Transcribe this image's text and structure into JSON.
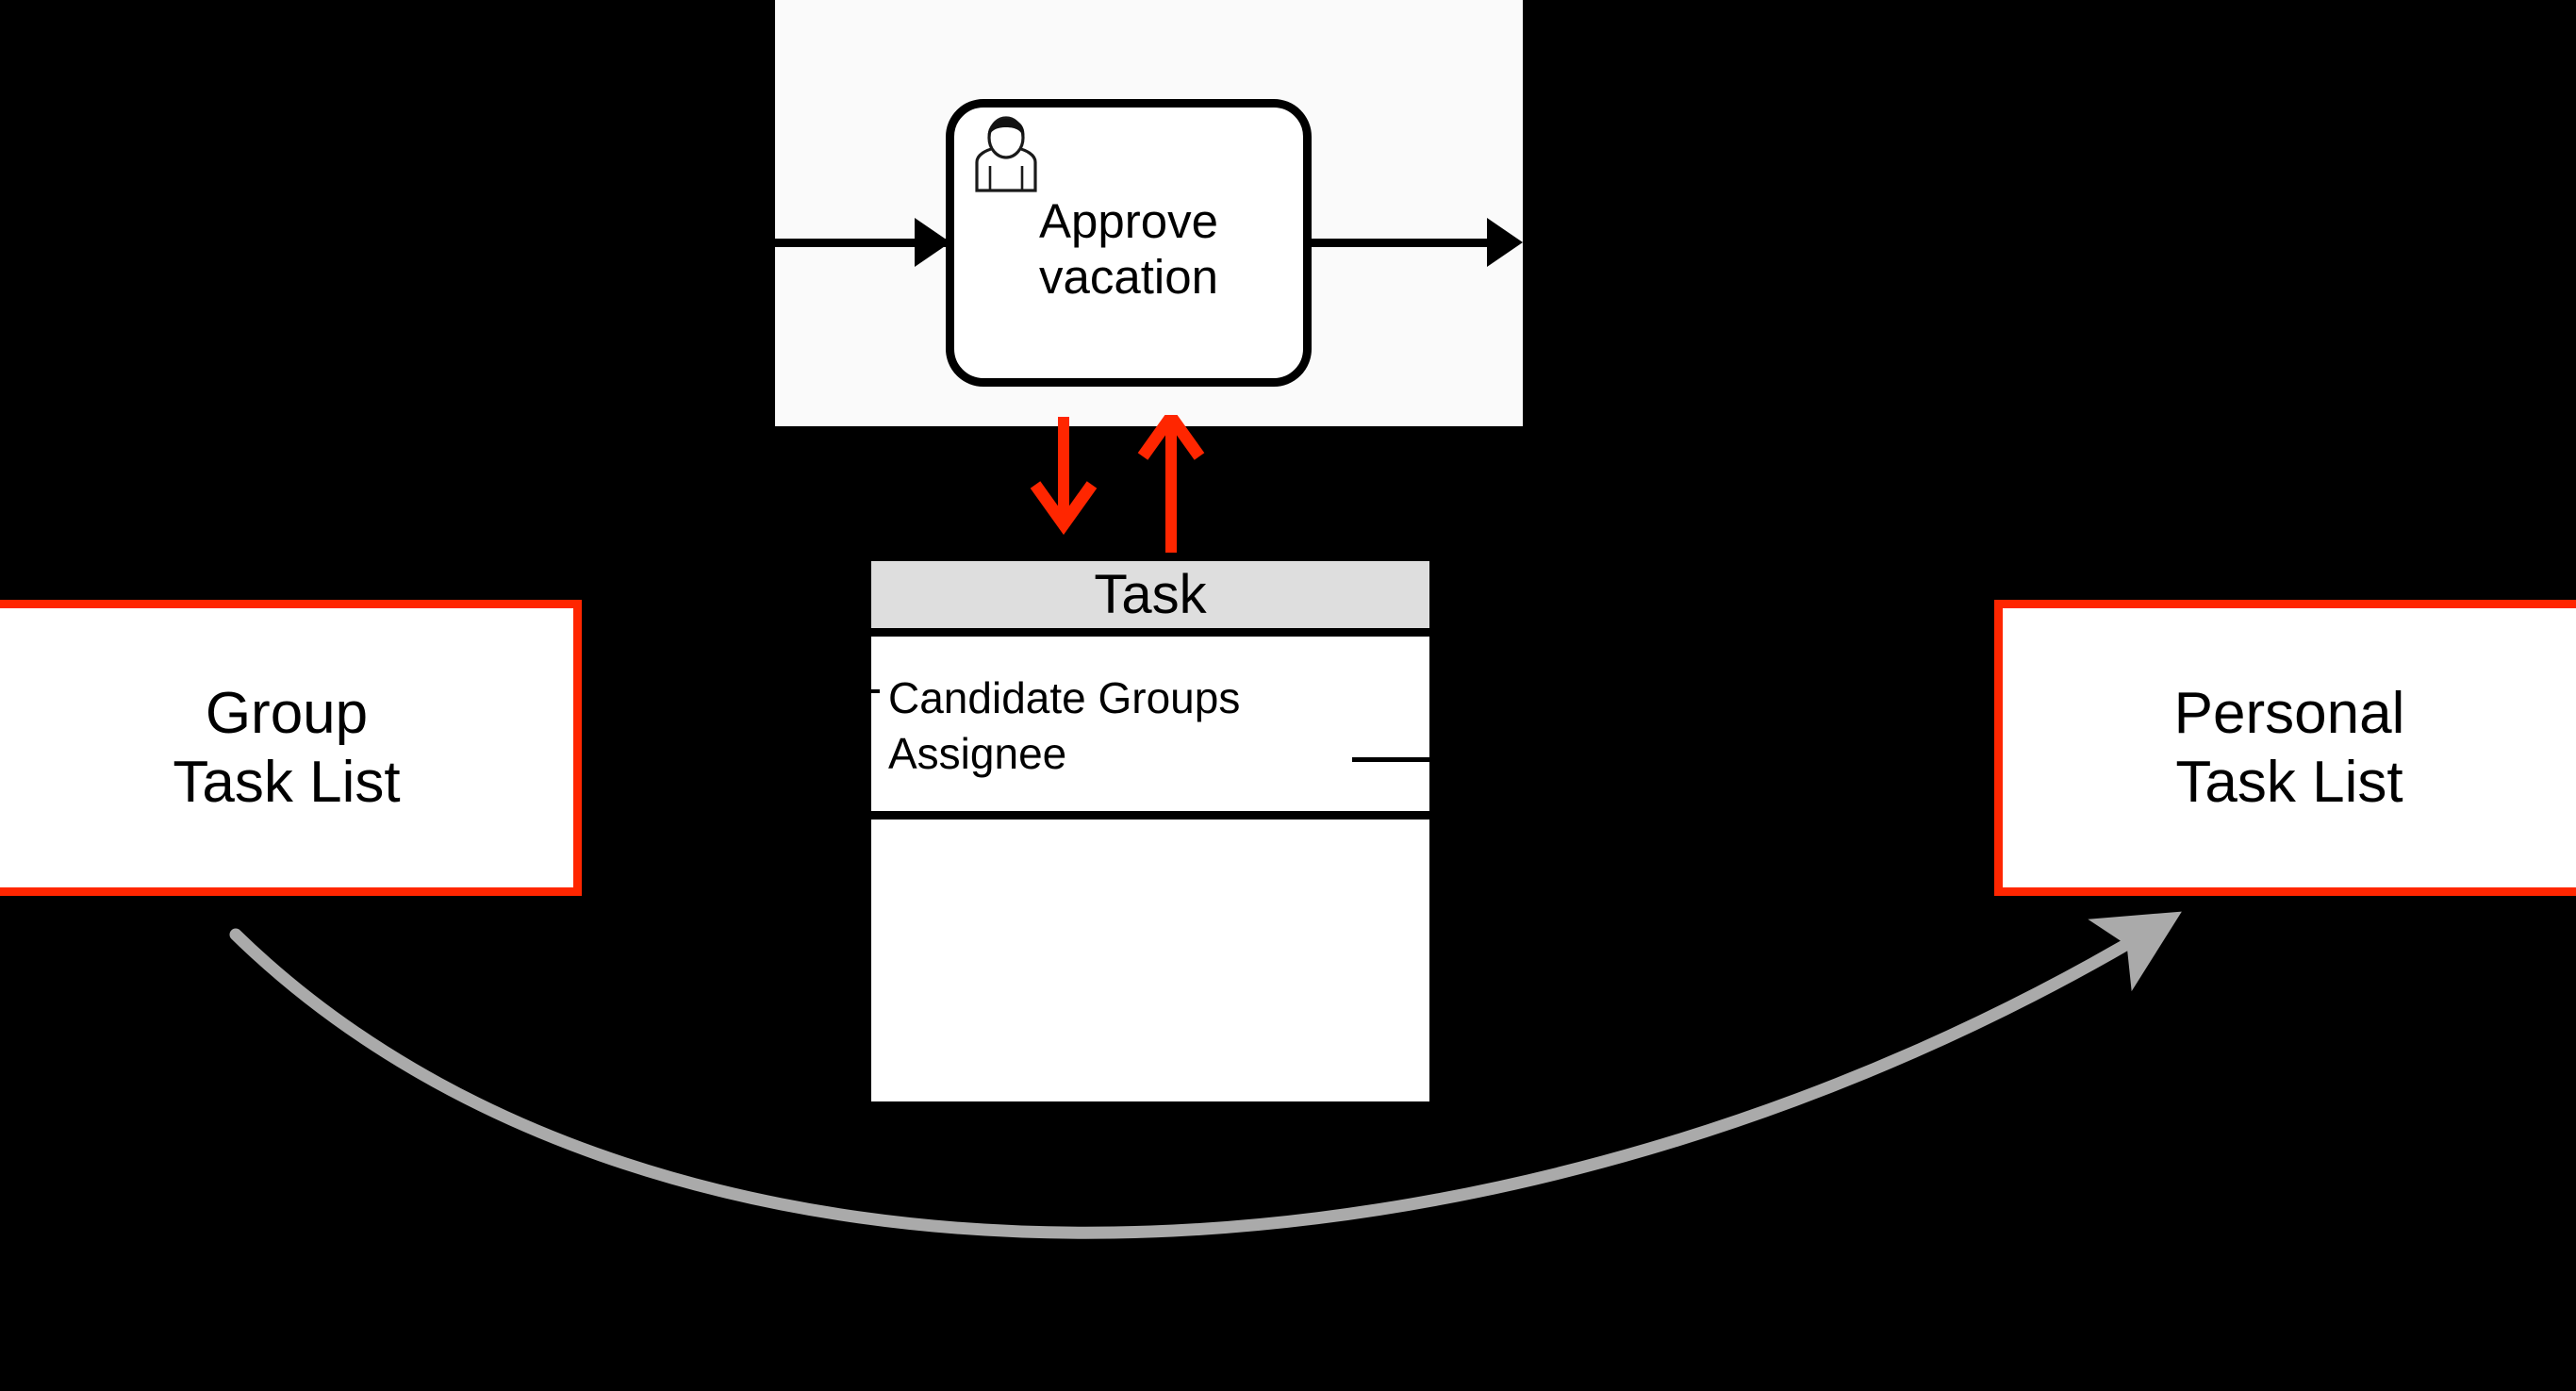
{
  "diagram": {
    "title": "BPMN user task and Task class task-list assignment",
    "background_color": "#000000",
    "accent_red": "#ff2600",
    "accent_grey": "#aaaaaa"
  },
  "bpmn": {
    "panel_background": "#fafafa",
    "task": {
      "icon": "user-task-person-icon",
      "label": "Approve\nvacation",
      "shape": "rounded-rectangle"
    },
    "incoming_flow": "sequence-flow-in",
    "outgoing_flow": "sequence-flow-out"
  },
  "uml_class": {
    "name": "Task",
    "header_color": "#dedede",
    "attributes": [
      "Candidate Groups",
      "Assignee"
    ],
    "operations": []
  },
  "task_lists": {
    "group": {
      "label": "Group\nTask List",
      "border_color": "#ff2600"
    },
    "personal": {
      "label": "Personal\nTask List",
      "border_color": "#ff2600"
    }
  },
  "connectors": {
    "red_down": {
      "name": "candidate-groups-down-arrow",
      "color": "#ff2600",
      "direction": "down"
    },
    "red_up": {
      "name": "assignee-up-arrow",
      "color": "#ff2600",
      "direction": "up"
    },
    "grey_curve": {
      "name": "claim-transition-curve",
      "color": "#aaaaaa",
      "from": "Group Task List",
      "to": "Personal Task List"
    }
  }
}
